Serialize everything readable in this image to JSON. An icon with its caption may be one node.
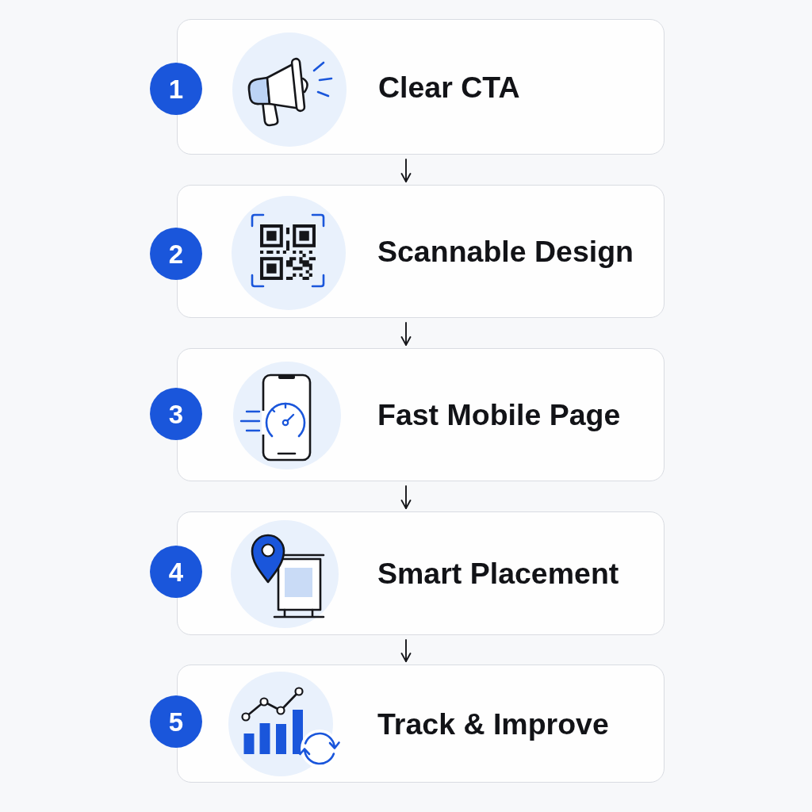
{
  "diagram": {
    "nodes": [
      {
        "text": [
          "1"
        ]
      },
      {
        "text": [
          "Clear CTA"
        ]
      },
      {
        "text": [
          "2"
        ]
      },
      {
        "text": [
          "Scannable Design"
        ]
      },
      {
        "text": [
          "3"
        ]
      },
      {
        "text": [
          "Fast Mobile Page"
        ]
      },
      {
        "text": [
          "4"
        ]
      },
      {
        "text": [
          "Smart Placement"
        ]
      },
      {
        "text": [
          "5"
        ]
      },
      {
        "text": [
          "Track & Improve"
        ]
      }
    ],
    "edges": [
      {
        "from": 1,
        "to": 3,
        "arrow": "to"
      },
      {
        "from": 3,
        "to": 5,
        "arrow": "to"
      },
      {
        "from": 5,
        "to": 7,
        "arrow": "to"
      },
      {
        "from": 7,
        "to": 9,
        "arrow": "to"
      }
    ]
  }
}
